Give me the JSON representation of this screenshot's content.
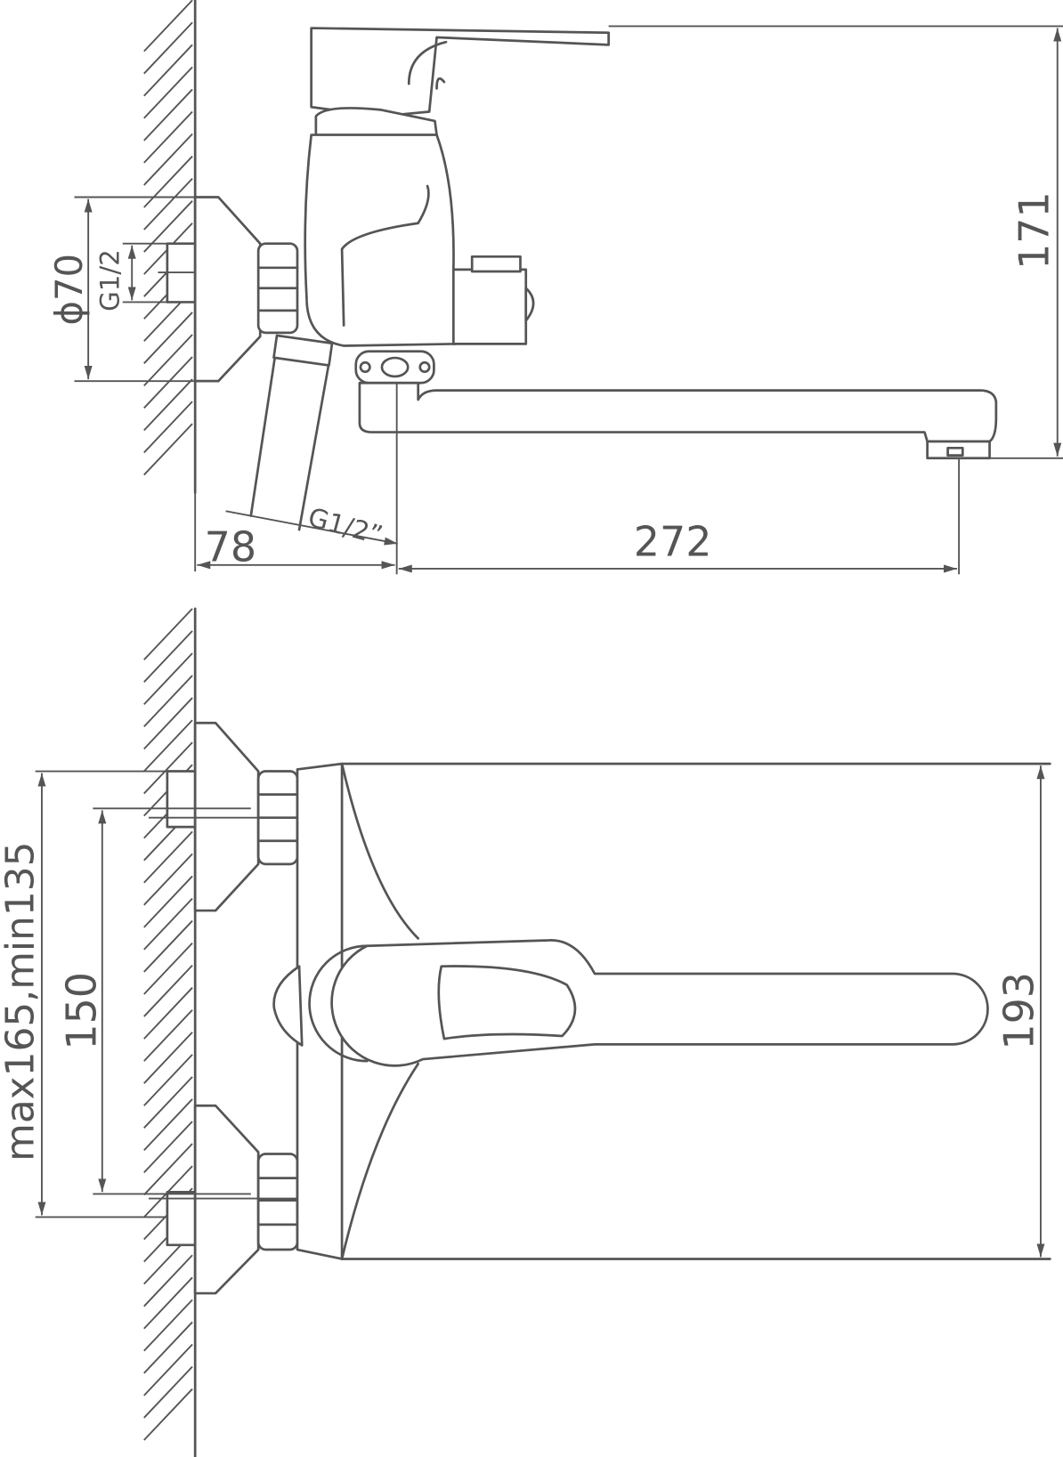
{
  "title": "Wall-mounted bath mixer dimension drawing",
  "colors": {
    "line": "#555555",
    "background": "#ffffff"
  },
  "side_view": {
    "flange_diameter": "ϕ70",
    "inlet_thread": "G1/2",
    "hose_thread": "G1/2”",
    "wall_offset": "78",
    "spout_reach": "272",
    "height": "171"
  },
  "front_view": {
    "inlet_spacing_range": "max165,min135",
    "inlet_spacing": "150",
    "body_height": "193"
  }
}
